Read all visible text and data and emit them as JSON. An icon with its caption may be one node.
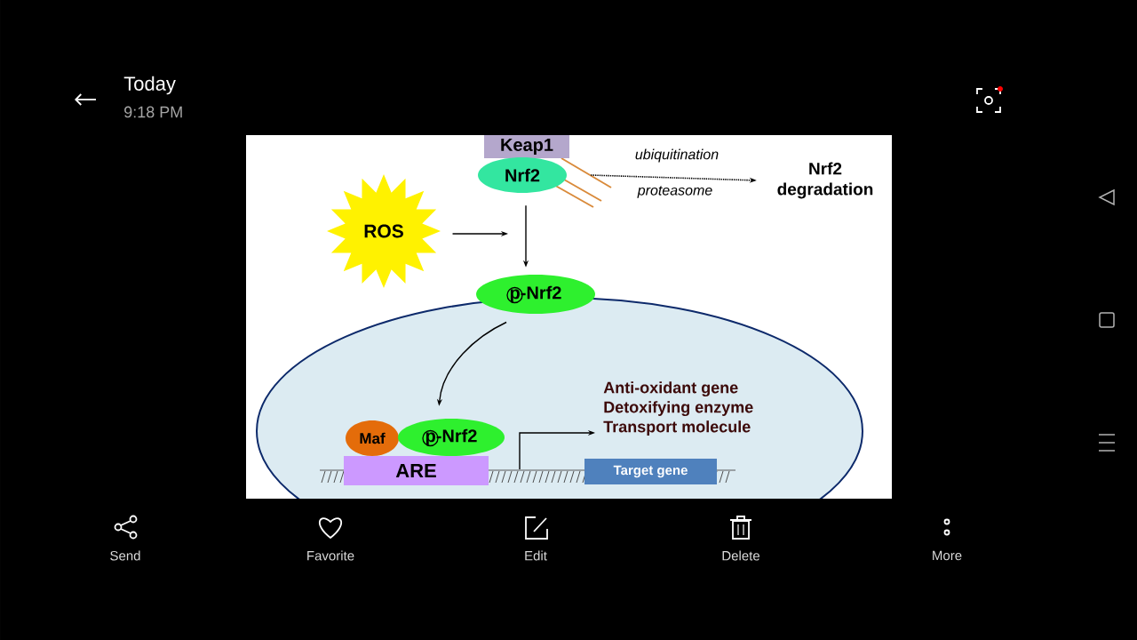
{
  "diagram": {
    "nodes": [
      {
        "text": [
          "Keap1"
        ]
      },
      {
        "text": [
          "Nrf2"
        ]
      },
      {
        "text": [
          "Nrf2 degradation"
        ]
      },
      {
        "text": [
          "ROS"
        ]
      },
      {
        "text": [
          "p-Nrf2"
        ]
      },
      {
        "text": [],
        "shape": "ellipse"
      },
      {
        "text": [
          "Maf"
        ],
        "in": 5
      },
      {
        "text": [
          "p-Nrf2"
        ],
        "in": 5
      },
      {
        "text": [
          "ARE"
        ],
        "in": 5
      },
      {
        "text": [
          "Target gene"
        ],
        "in": 5
      },
      {
        "text": [
          "Anti-oxidant gene",
          "Detoxifying enzyme",
          "Transport molecule"
        ],
        "in": 5
      }
    ],
    "edges": [
      {
        "from": 1,
        "to": 2,
        "arrow": "to",
        "label": "ubiquitination",
        "style": "dashed"
      },
      {
        "from": 3,
        "to": null,
        "arrow": "to"
      },
      {
        "from": 1,
        "to": 4,
        "arrow": "to"
      },
      {
        "from": 4,
        "to": 7,
        "arrow": "to"
      },
      {
        "from": null,
        "to": 10,
        "arrow": "to"
      }
    ],
    "labels": [
      "Today",
      "9:18 PM",
      "proteasome",
      "Send",
      "Favorite",
      "Edit",
      "Delete",
      "More"
    ]
  }
}
